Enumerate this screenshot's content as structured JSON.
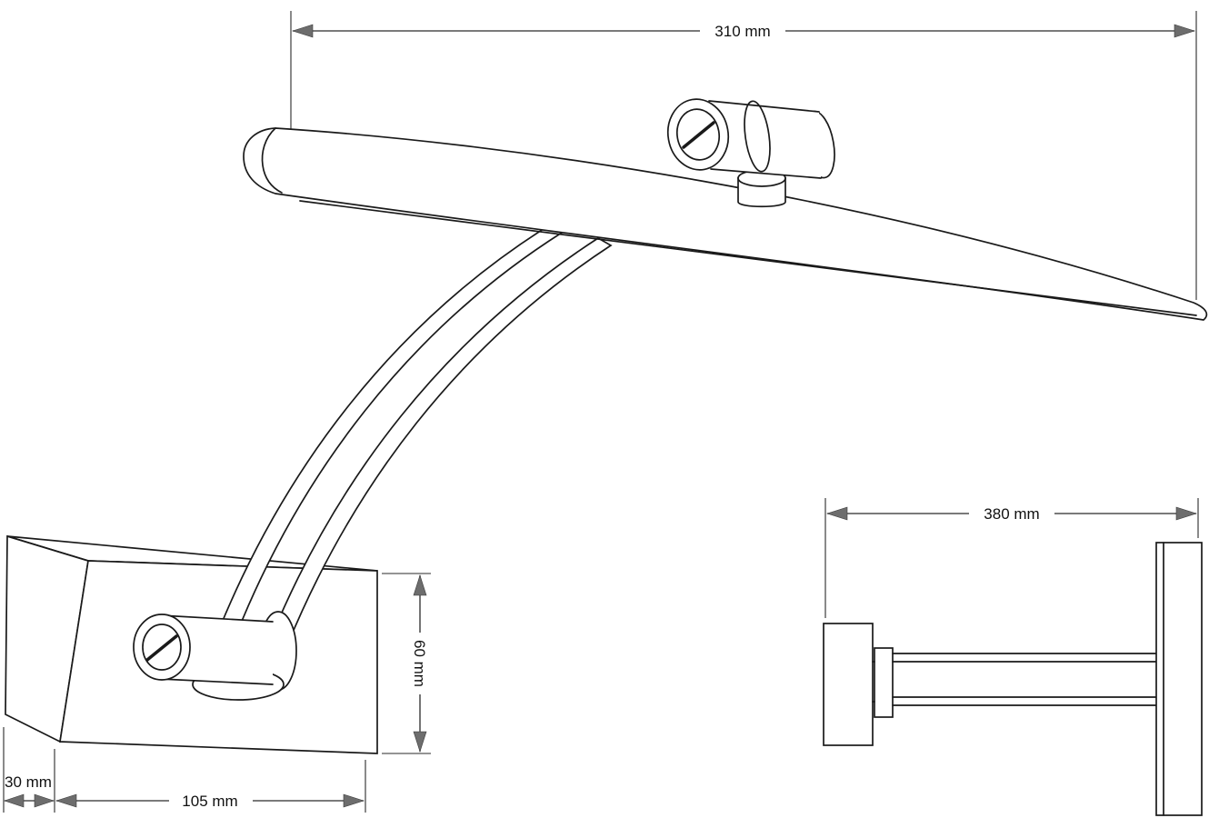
{
  "diagram": {
    "background_color": "#ffffff",
    "line_color": "#1a1a1a",
    "arrowhead_color": "#6d6d6d",
    "front_view": {
      "shade_width_label": "310 mm",
      "bracket_height_label": "60 mm",
      "bracket_width_label": "105 mm",
      "bracket_depth_label": "30 mm"
    },
    "side_view": {
      "overall_depth_label": "380 mm"
    }
  }
}
